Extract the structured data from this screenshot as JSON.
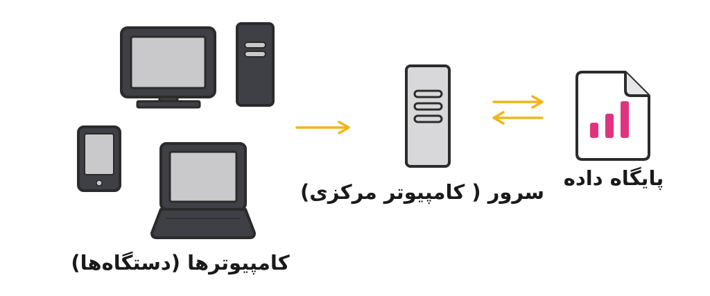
{
  "diagram": {
    "labels": {
      "devices": "کامپیوترها (دستگاه‌ها)",
      "server": "سرور ( کامپیوتر مرکزی)",
      "database": "پایگاه داده"
    },
    "icons": {
      "desktop": "desktop-monitor-icon",
      "tower": "tower-case-icon",
      "phone": "smartphone-icon",
      "laptop": "laptop-icon",
      "server": "server-tower-icon",
      "database": "database-file-icon",
      "arrow_single": "arrow-right-icon",
      "arrow_double": "exchange-arrows-icon"
    },
    "colors": {
      "outline": "#2b2b2b",
      "device_body": "#3f3f46",
      "screen": "#c9c9cc",
      "server_body": "#d8d8da",
      "arrow": "#f2b51a",
      "bars": "#e0327d",
      "file_page": "#ffffff"
    }
  }
}
